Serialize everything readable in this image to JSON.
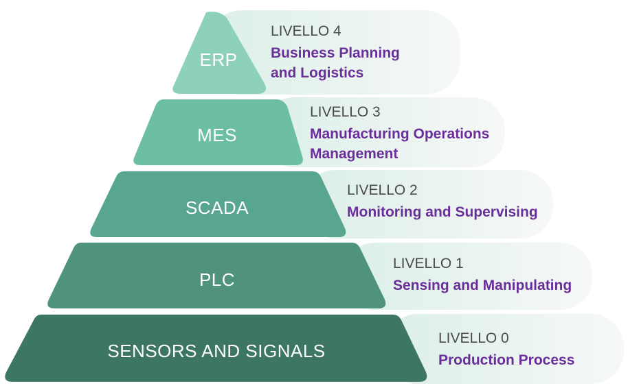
{
  "levels": [
    {
      "acronym": "ERP",
      "level": "LIVELLO 4",
      "description": "Business Planning and Logistics",
      "color": "#8dd0bb"
    },
    {
      "acronym": "MES",
      "level": "LIVELLO 3",
      "description": "Manufacturing Operations Management",
      "color": "#6cbfa5"
    },
    {
      "acronym": "SCADA",
      "level": "LIVELLO 2",
      "description": "Monitoring and Supervising",
      "color": "#58a68f"
    },
    {
      "acronym": "PLC",
      "level": "LIVELLO 1",
      "description": "Sensing and Manipulating",
      "color": "#4f937e"
    },
    {
      "acronym": "SENSORS AND SIGNALS",
      "level": "LIVELLO 0",
      "description": "Production Process",
      "color": "#3d7762"
    }
  ],
  "colors": {
    "label_text": "#4a4a4a",
    "description_text": "#6a2e9a",
    "pill_background": "#eef5f2"
  }
}
